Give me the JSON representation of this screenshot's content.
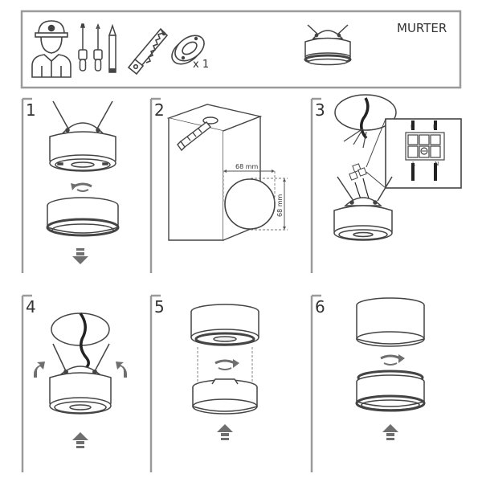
{
  "header": {
    "product_name": "MURTER",
    "quantity_label": "x 1",
    "tools": [
      "installer-person-icon",
      "screwdriver-flat-icon",
      "screwdriver-phillips-icon",
      "pencil-icon",
      "saw-icon",
      "mounting-plate-icon"
    ]
  },
  "steps": [
    {
      "number": "1"
    },
    {
      "number": "2",
      "dim_width": "68 mm",
      "dim_height": "68 mm"
    },
    {
      "number": "3",
      "terminals": [
        "L",
        "N"
      ]
    },
    {
      "number": "4"
    },
    {
      "number": "5"
    },
    {
      "number": "6"
    }
  ],
  "colors": {
    "border": "#9a9a9a",
    "line": "#555555",
    "arrow": "#6f6f6f",
    "fill_light": "#f4f4f4"
  }
}
